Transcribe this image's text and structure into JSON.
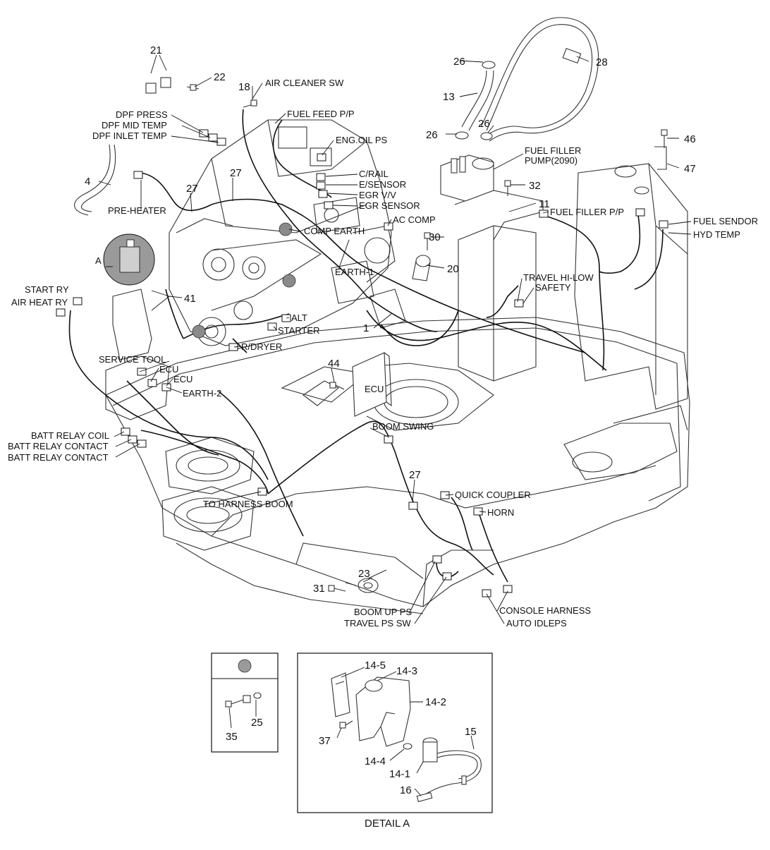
{
  "colors": {
    "ink": "#111111",
    "line": "#333333",
    "marker": "#888888"
  },
  "labels": {
    "air_cleaner_sw": "AIR CLEANER SW",
    "fuel_feed_pp": "FUEL FEED P/P",
    "dpf_press": "DPF PRESS",
    "dpf_mid_temp": "DPF MID TEMP",
    "dpf_inlet_temp": "DPF INLET TEMP",
    "eng_oil_ps": "ENG.OIL PS",
    "c_rail": "C/RAIL",
    "e_sensor": "E/SENSOR",
    "egr_vv": "EGR V/V",
    "egr_sensor": "EGR SENSOR",
    "pre_heater": "PRE-HEATER",
    "comp_earth": "COMP EARTH",
    "ac_comp": "AC COMP",
    "earth_1": "EARTH-1",
    "fuel_filler_pump": "FUEL FILLER",
    "fuel_filler_pump_2": "PUMP(2090)",
    "fuel_filler_pp": "FUEL FILLER P/P",
    "fuel_sendor": "FUEL SENDOR",
    "hyd_temp": "HYD TEMP",
    "travel_hi_low": "TRAVEL HI-LOW",
    "safety": "SAFETY",
    "start_ry": "START RY",
    "air_heat_ry": "AIR HEAT RY",
    "alt": "ALT",
    "starter": "STARTER",
    "r_dryer": "R/DRYER",
    "service_tool": "SERVICE TOOL",
    "ecu_1": "ECU",
    "ecu_2": "ECU",
    "ecu_box": "ECU",
    "earth_2": "EARTH-2",
    "batt_relay_coil": "BATT RELAY COIL",
    "batt_relay_contact_1": "BATT RELAY CONTACT",
    "batt_relay_contact_2": "BATT RELAY CONTACT",
    "boom_swing": "BOOM SWING",
    "to_harness_boom": "TO HARNESS BOOM",
    "quick_coupler": "QUICK COUPLER",
    "horn": "HORN",
    "boom_up_ps": "BOOM UP PS",
    "travel_ps_sw": "TRAVEL PS SW",
    "console_harness": "CONSOLE HARNESS",
    "auto_idle_ps": "AUTO IDLEPS",
    "detail_marker": "A",
    "detail_a": "DETAIL A"
  },
  "numbers": {
    "n21": "21",
    "n22": "22",
    "n18": "18",
    "n4": "4",
    "n27a": "27",
    "n27b": "27",
    "n27c": "27",
    "n26a": "26",
    "n26b": "26",
    "n26c": "26",
    "n13": "13",
    "n28": "28",
    "n46": "46",
    "n47": "47",
    "n32": "32",
    "n11": "11",
    "n30": "30",
    "n20": "20",
    "n41": "41",
    "n1": "1",
    "n44": "44",
    "n23": "23",
    "n31": "31",
    "n35": "35",
    "n25": "25",
    "d14_5": "14-5",
    "d14_3": "14-3",
    "d14_2": "14-2",
    "d37": "37",
    "d14_4": "14-4",
    "d14_1": "14-1",
    "d15": "15",
    "d16": "16"
  }
}
